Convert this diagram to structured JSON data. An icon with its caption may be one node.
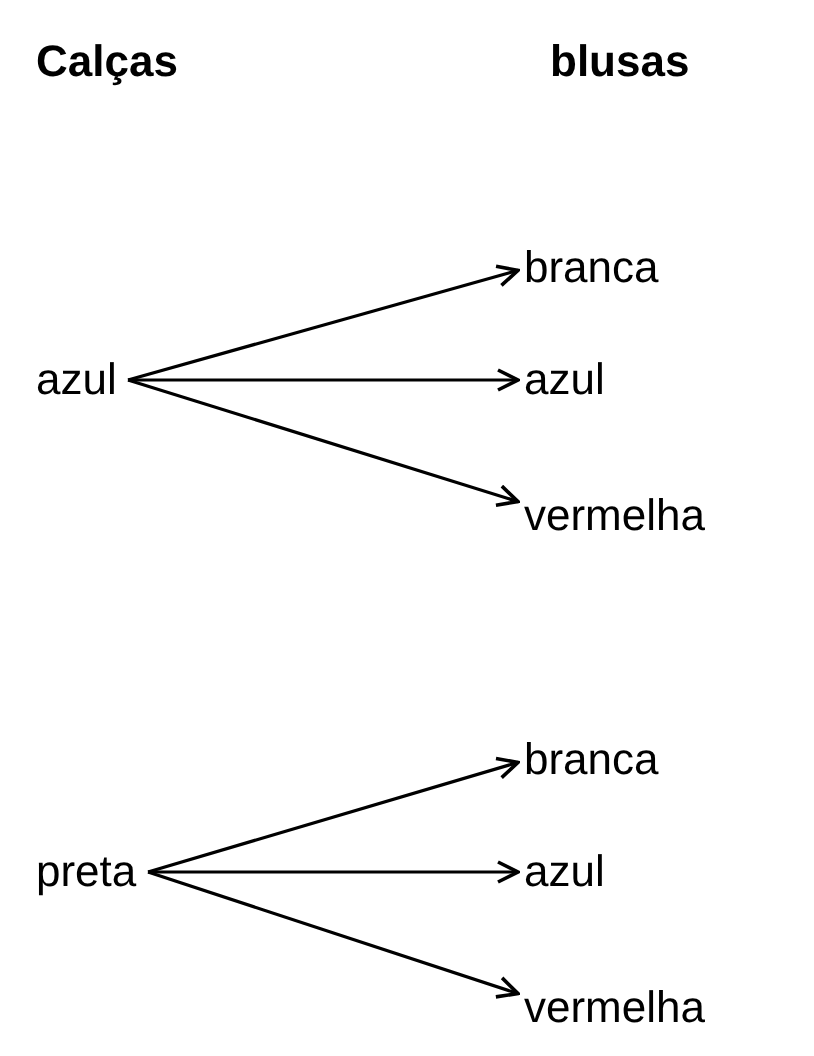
{
  "diagram": {
    "nodes": [
      {
        "text": [
          "azul"
        ]
      },
      {
        "text": [
          "branca"
        ]
      },
      {
        "text": [
          "azul"
        ]
      },
      {
        "text": [
          "vermelha"
        ]
      },
      {
        "text": [
          "preta"
        ]
      },
      {
        "text": [
          "branca"
        ]
      },
      {
        "text": [
          "azul"
        ]
      },
      {
        "text": [
          "vermelha"
        ]
      }
    ],
    "edges": [
      {
        "from": 0,
        "to": 1,
        "arrow": "to"
      },
      {
        "from": 0,
        "to": 2,
        "arrow": "to"
      },
      {
        "from": 0,
        "to": 3,
        "arrow": "to"
      },
      {
        "from": 4,
        "to": 5,
        "arrow": "to"
      },
      {
        "from": 4,
        "to": 6,
        "arrow": "to"
      },
      {
        "from": 4,
        "to": 7,
        "arrow": "to"
      }
    ],
    "labels": [
      "Calças",
      "blusas"
    ]
  }
}
